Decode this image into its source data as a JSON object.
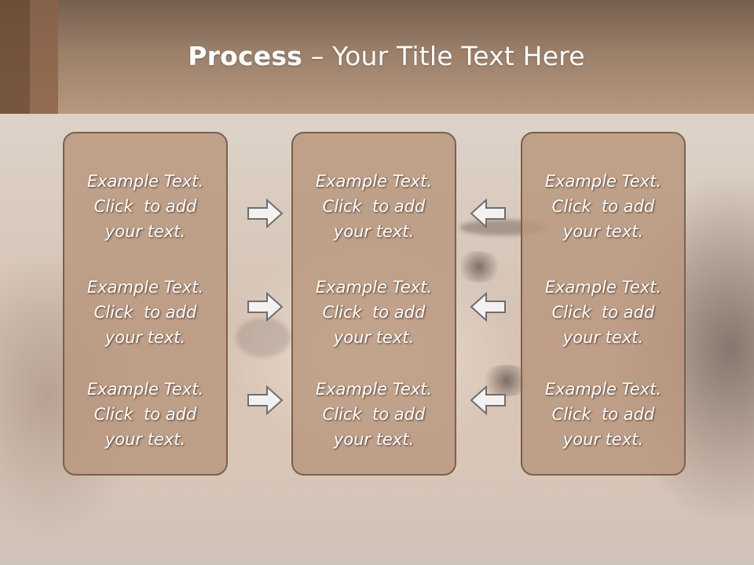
{
  "slide": {
    "title_bold": "Process",
    "title_rest": " – Your Title Text Here"
  },
  "columns": [
    {
      "items": [
        {
          "line1": "Example Text.",
          "line2": "Click  to add",
          "line3": "your text."
        },
        {
          "line1": "Example Text.",
          "line2": "Click  to add",
          "line3": "your text."
        },
        {
          "line1": "Example Text.",
          "line2": "Click  to add",
          "line3": "your text."
        }
      ]
    },
    {
      "items": [
        {
          "line1": "Example Text.",
          "line2": "Click  to add",
          "line3": "your text."
        },
        {
          "line1": "Example Text.",
          "line2": "Click  to add",
          "line3": "your text."
        },
        {
          "line1": "Example Text.",
          "line2": "Click  to add",
          "line3": "your text."
        }
      ]
    },
    {
      "items": [
        {
          "line1": "Example Text.",
          "line2": "Click  to add",
          "line3": "your text."
        },
        {
          "line1": "Example Text.",
          "line2": "Click  to add",
          "line3": "your text."
        },
        {
          "line1": "Example Text.",
          "line2": "Click  to add",
          "line3": "your text."
        }
      ]
    }
  ],
  "arrows": {
    "left_group": [
      "arrow-right-icon",
      "arrow-right-icon",
      "arrow-right-icon"
    ],
    "right_group": [
      "arrow-left-icon",
      "arrow-left-icon",
      "arrow-left-icon"
    ]
  },
  "colors": {
    "header": "#9a7f69",
    "box_fill": "#b8967d",
    "box_border": "#7a604e",
    "text": "#ffffff"
  }
}
